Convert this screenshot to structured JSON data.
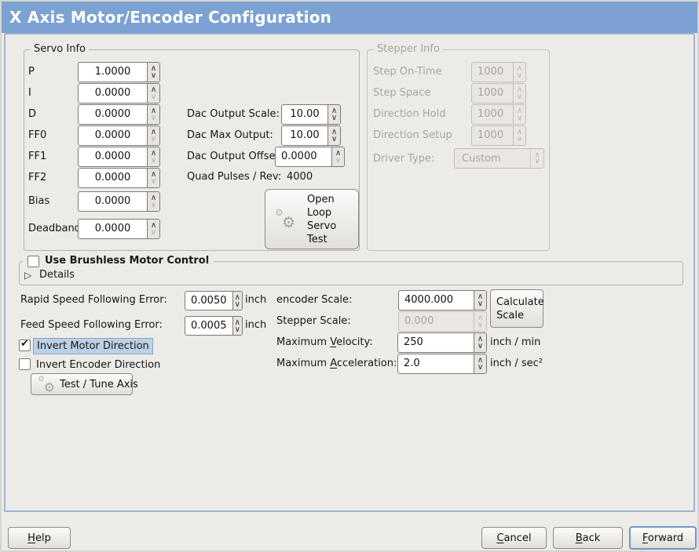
{
  "window": {
    "title": "X Axis Motor/Encoder Configuration"
  },
  "colors": {
    "header_bg": "#7ba2d2",
    "panel_border": "#9fb2d2",
    "window_bg": "#edebe7",
    "focus_highlight": "#bcd0e6",
    "default_button_border": "#6f97c9"
  },
  "servo_info": {
    "title": "Servo Info",
    "rows": [
      {
        "label": "P",
        "value": "1.0000"
      },
      {
        "label": "I",
        "value": "0.0000"
      },
      {
        "label": "D",
        "value": "0.0000"
      },
      {
        "label": "FF0",
        "value": "0.0000"
      },
      {
        "label": "FF1",
        "value": "0.0000"
      },
      {
        "label": "FF2",
        "value": "0.0000"
      },
      {
        "label": "Bias",
        "value": "0.0000"
      },
      {
        "label": "Deadband",
        "value": "0.0000"
      }
    ]
  },
  "dac": {
    "output_scale": {
      "label": "Dac Output Scale:",
      "value": "10.00"
    },
    "max_output": {
      "label": "Dac Max Output:",
      "value": "10.00"
    },
    "output_offset": {
      "label": "Dac Output Offset:",
      "value": "0.0000"
    },
    "quad_pulses": {
      "label": "Quad Pulses / Rev:",
      "value": "4000"
    }
  },
  "open_loop_button": {
    "label": "Open\nLoop\nServo\nTest"
  },
  "stepper_info": {
    "title": "Stepper Info",
    "rows": [
      {
        "label": "Step On-Time",
        "value": "1000"
      },
      {
        "label": "Step Space",
        "value": "1000"
      },
      {
        "label": "Direction Hold",
        "value": "1000"
      },
      {
        "label": "Direction Setup",
        "value": "1000"
      }
    ],
    "driver_type": {
      "label": "Driver Type:",
      "value": "Custom"
    }
  },
  "brushless": {
    "checkbox_label": "Use Brushless Motor Control",
    "checked": false,
    "details_label": "Details"
  },
  "following_error": {
    "rapid": {
      "label": "Rapid Speed Following Error:",
      "value": "0.0050",
      "unit": "inch"
    },
    "feed": {
      "label": "Feed Speed Following Error:",
      "value": "0.0005",
      "unit": "inch"
    }
  },
  "direction": {
    "invert_motor": {
      "label": "Invert Motor Direction",
      "checked": true
    },
    "invert_encoder": {
      "label": "Invert Encoder Direction",
      "checked": false
    }
  },
  "test_tune_button": {
    "label": "Test / Tune Axis"
  },
  "scaling": {
    "encoder": {
      "label": "encoder Scale:",
      "value": "4000.000"
    },
    "stepper": {
      "label": "Stepper Scale:",
      "value": "0.000"
    },
    "calculate_button": {
      "label": "Calculate\nScale"
    },
    "velocity": {
      "label_pre": "Maximum ",
      "label_mnemonic": "V",
      "label_post": "elocity:",
      "value": "250",
      "unit": "inch / min"
    },
    "acceleration": {
      "label_pre": "Maximum ",
      "label_mnemonic": "A",
      "label_post": "cceleration:",
      "value": "2.0",
      "unit": "inch / sec²"
    }
  },
  "footer": {
    "help": {
      "mnemonic": "H",
      "rest": "elp"
    },
    "cancel": {
      "mnemonic": "C",
      "rest": "ancel"
    },
    "back": {
      "mnemonic": "B",
      "rest": "ack"
    },
    "forward": {
      "mnemonic": "F",
      "rest": "orward"
    }
  }
}
